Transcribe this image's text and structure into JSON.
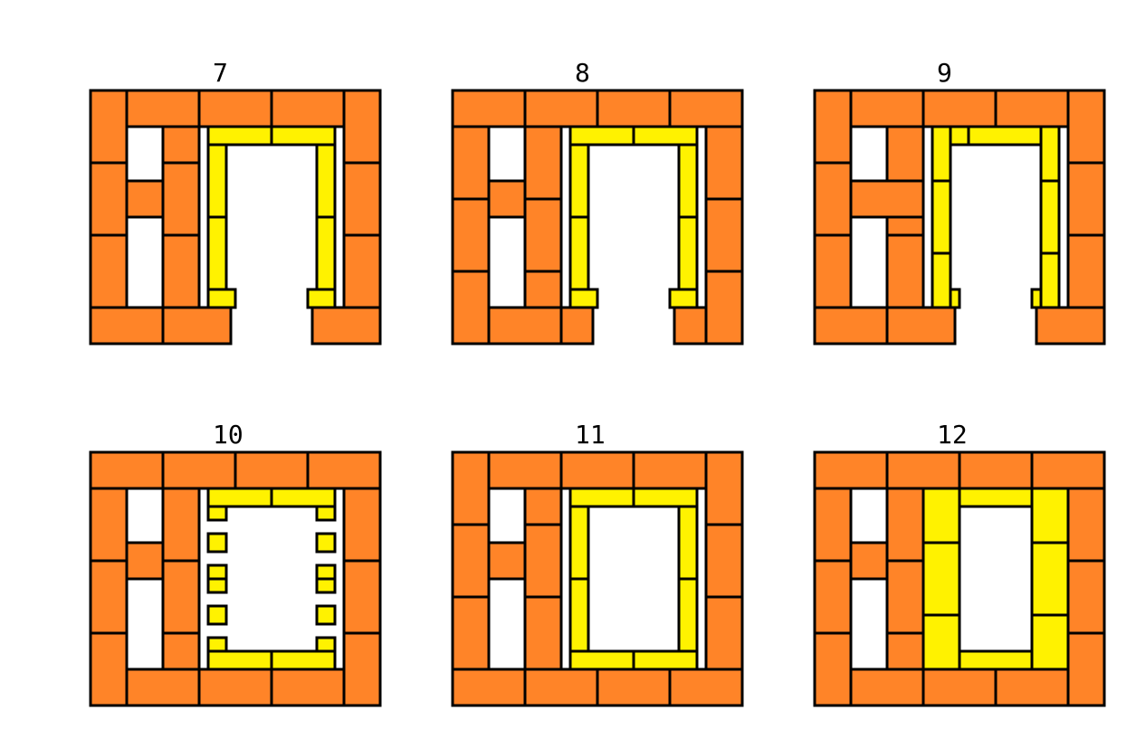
{
  "colors": {
    "brick": "#FF8428",
    "firebrick": "#FFF200",
    "outline": "#000000",
    "background": "#FFFFFF"
  },
  "panels": [
    {
      "label": "7"
    },
    {
      "label": "8"
    },
    {
      "label": "9"
    },
    {
      "label": "10"
    },
    {
      "label": "11"
    },
    {
      "label": "12"
    }
  ]
}
